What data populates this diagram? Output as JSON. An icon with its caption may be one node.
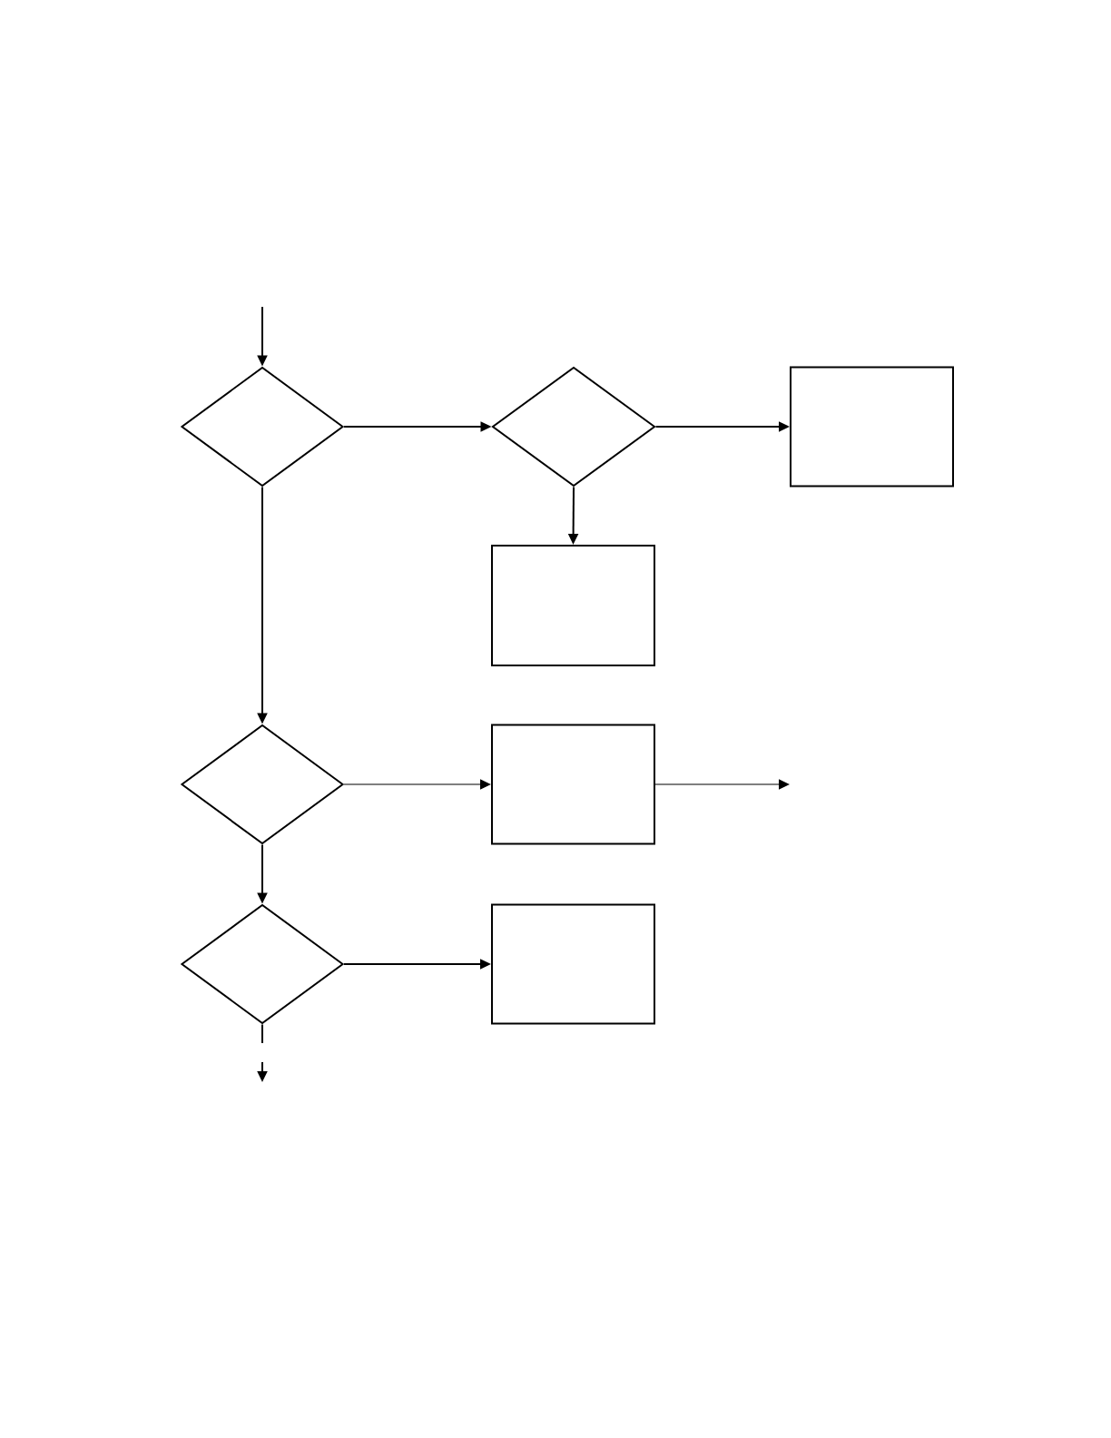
{
  "diagram": {
    "nodes": [
      {
        "text": [],
        "shape": "diamond"
      },
      {
        "text": [],
        "shape": "diamond"
      },
      {
        "text": [],
        "shape": "box"
      },
      {
        "text": [],
        "shape": "box"
      },
      {
        "text": [],
        "shape": "diamond"
      },
      {
        "text": [],
        "shape": "box"
      },
      {
        "text": [],
        "shape": "diamond"
      },
      {
        "text": [],
        "shape": "box"
      }
    ],
    "edges": [
      {
        "from": null,
        "to": 0,
        "arrow": "to"
      },
      {
        "from": 0,
        "to": 1,
        "arrow": "to"
      },
      {
        "from": 1,
        "to": 2,
        "arrow": "to"
      },
      {
        "from": 1,
        "to": 3,
        "arrow": "to"
      },
      {
        "from": 0,
        "to": 4,
        "arrow": "to"
      },
      {
        "from": 4,
        "to": 5,
        "arrow": "to"
      },
      {
        "from": 5,
        "to": null,
        "arrow": "to"
      },
      {
        "from": 4,
        "to": 6,
        "arrow": "to"
      },
      {
        "from": 6,
        "to": 7,
        "arrow": "to"
      },
      {
        "from": 6,
        "to": null,
        "arrow": "to"
      }
    ]
  }
}
